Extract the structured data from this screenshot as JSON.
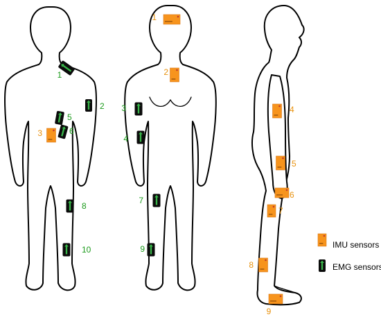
{
  "colors": {
    "imu": "#f7941d",
    "imu_dark": "#c0392b",
    "emg_body": "#0b0b0b",
    "emg_stripe": "#39b54a",
    "emg_label": "#1a9a1a",
    "imu_label": "#e8920f"
  },
  "legend": {
    "imu": "IMU sensors",
    "emg": "EMG sensors"
  },
  "sensors": [
    {
      "id": "back-emg-1",
      "kind": "emg",
      "label": "1"
    },
    {
      "id": "back-emg-2",
      "kind": "emg",
      "label": "2"
    },
    {
      "id": "back-imu-3",
      "kind": "imu",
      "label": "3"
    },
    {
      "id": "back-emg-5",
      "kind": "emg",
      "label": "5"
    },
    {
      "id": "back-emg-6",
      "kind": "emg",
      "label": "6"
    },
    {
      "id": "back-emg-8",
      "kind": "emg",
      "label": "8"
    },
    {
      "id": "back-emg-10",
      "kind": "emg",
      "label": "10"
    },
    {
      "id": "front-imu-1",
      "kind": "imu",
      "label": "1"
    },
    {
      "id": "front-imu-2",
      "kind": "imu",
      "label": "2"
    },
    {
      "id": "front-emg-3",
      "kind": "emg",
      "label": "3"
    },
    {
      "id": "front-emg-4",
      "kind": "emg",
      "label": "4"
    },
    {
      "id": "front-emg-7",
      "kind": "emg",
      "label": "7"
    },
    {
      "id": "front-emg-9",
      "kind": "emg",
      "label": "9"
    },
    {
      "id": "side-imu-4",
      "kind": "imu",
      "label": "4"
    },
    {
      "id": "side-imu-5",
      "kind": "imu",
      "label": "5"
    },
    {
      "id": "side-imu-6",
      "kind": "imu",
      "label": "6"
    },
    {
      "id": "side-imu-7",
      "kind": "imu",
      "label": "7"
    },
    {
      "id": "side-imu-8",
      "kind": "imu",
      "label": "8"
    },
    {
      "id": "side-imu-9",
      "kind": "imu",
      "label": "9"
    }
  ]
}
